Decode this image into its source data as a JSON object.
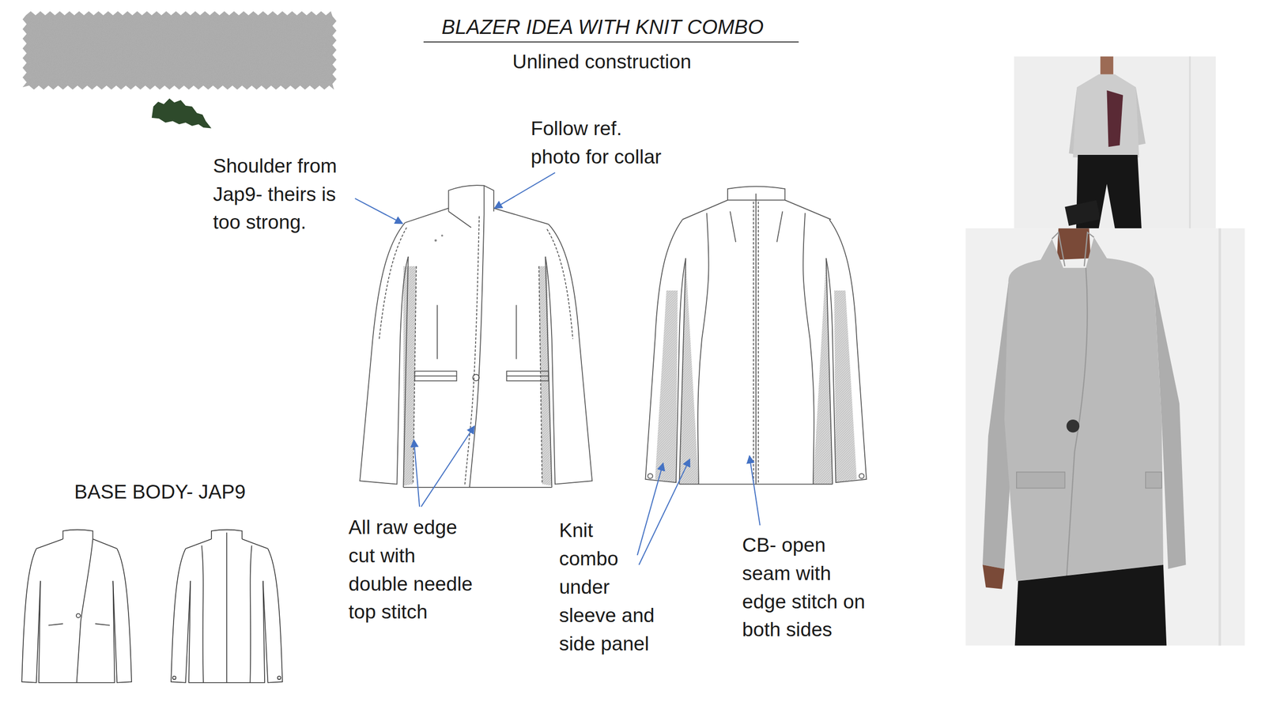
{
  "diagram": {
    "title": "BLAZER IDEA WITH KNIT COMBO",
    "labels": [
      "Unlined construction",
      "Shoulder from Jap9- theirs is too strong.",
      "Follow ref. photo for collar",
      "BASE BODY- JAP9",
      "All raw edge cut with double needle top stitch",
      "Knit combo under sleeve and side panel",
      "CB- open seam with edge stitch on both sides"
    ]
  }
}
